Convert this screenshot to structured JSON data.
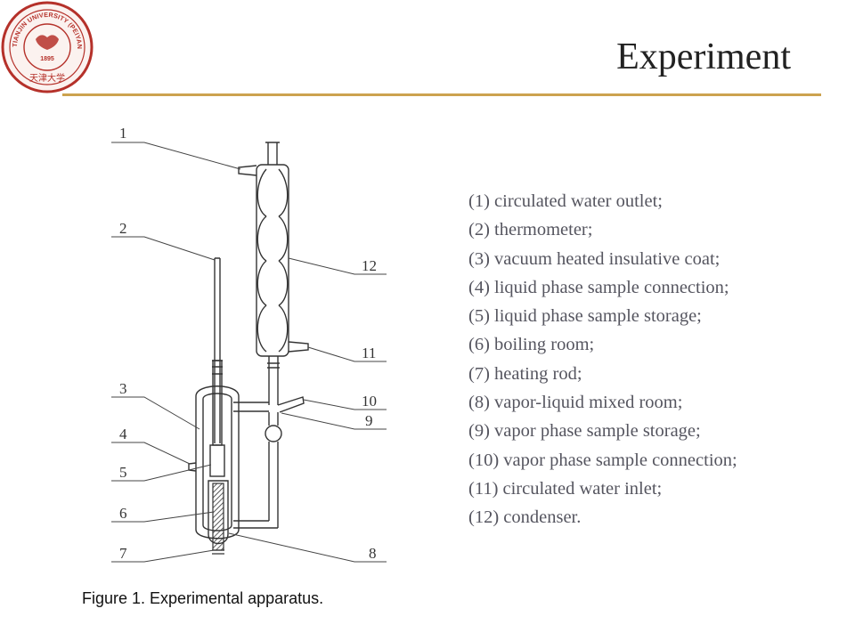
{
  "slide": {
    "title": "Experiment",
    "caption": "Figure 1. Experimental apparatus.",
    "accent_color": "#cca24e"
  },
  "logo": {
    "icon": "university-seal-icon",
    "top_text": "TIANJIN UNIVERSITY (PEIYANG UNIVERSITY)",
    "year": "1895",
    "bottom_text": "天津大学",
    "color": "#b5312a"
  },
  "diagram": {
    "callouts": [
      "1",
      "2",
      "3",
      "4",
      "5",
      "6",
      "7",
      "8",
      "9",
      "10",
      "11",
      "12"
    ]
  },
  "legend": [
    "(1) circulated water outlet;",
    "(2) thermometer;",
    "(3) vacuum heated insulative coat;",
    "(4) liquid phase sample connection;",
    "(5) liquid phase sample storage;",
    "(6) boiling room;",
    "(7) heating rod;",
    "(8) vapor-liquid mixed room;",
    "(9) vapor phase sample storage;",
    "(10) vapor phase sample connection;",
    "(11) circulated water inlet;",
    "(12) condenser."
  ]
}
